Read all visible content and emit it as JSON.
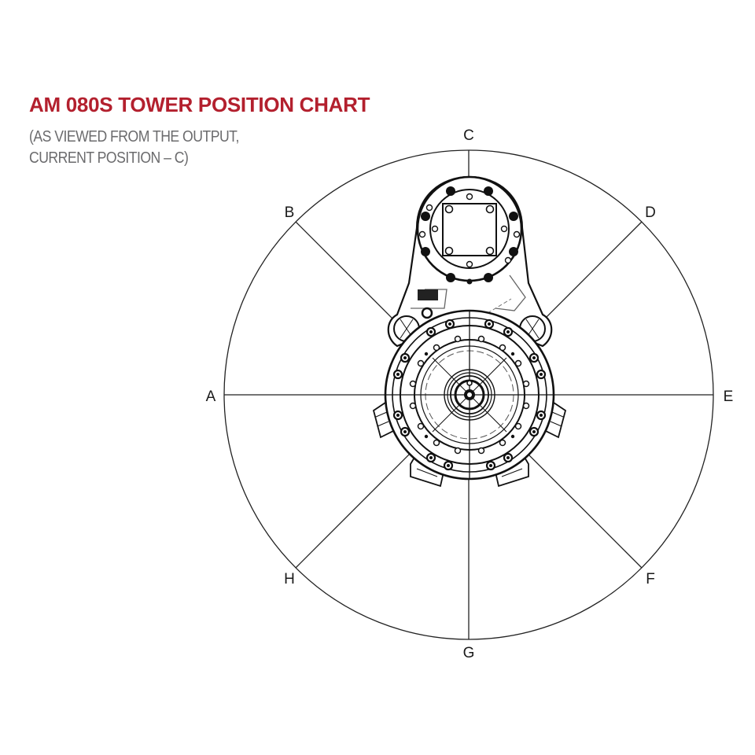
{
  "header": {
    "title": "AM 080S TOWER POSITION CHART",
    "subtitle_line1": "(AS VIEWED FROM THE OUTPUT,",
    "subtitle_line2": "CURRENT POSITION – C)"
  },
  "colors": {
    "title": "#b3202e",
    "subtitle": "#6b6b6d",
    "line": "#222222"
  },
  "positions": [
    {
      "label": "A",
      "angle_deg": 180
    },
    {
      "label": "B",
      "angle_deg": 135
    },
    {
      "label": "C",
      "angle_deg": 90
    },
    {
      "label": "D",
      "angle_deg": 45
    },
    {
      "label": "E",
      "angle_deg": 0
    },
    {
      "label": "F",
      "angle_deg": -45
    },
    {
      "label": "G",
      "angle_deg": -90
    },
    {
      "label": "H",
      "angle_deg": -135
    }
  ],
  "current_position": "C",
  "labels": {
    "A": "A",
    "B": "B",
    "C": "C",
    "D": "D",
    "E": "E",
    "F": "F",
    "G": "G",
    "H": "H"
  }
}
